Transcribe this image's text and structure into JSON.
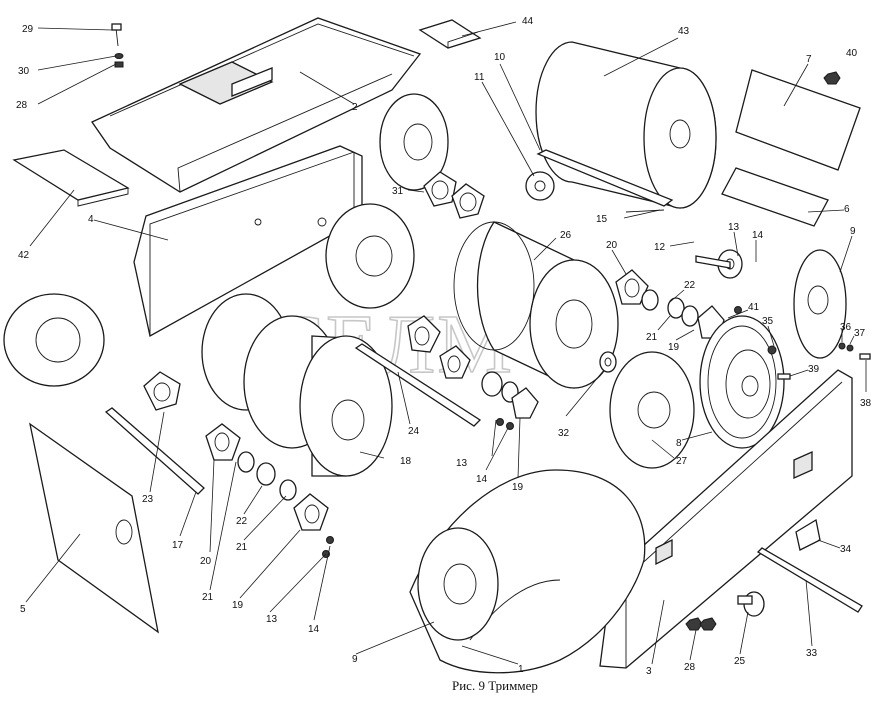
{
  "caption": "Рис. 9  Триммер",
  "watermark": "СЕЛМ",
  "labels": [
    {
      "id": "1",
      "text": "1"
    },
    {
      "id": "2",
      "text": "2"
    },
    {
      "id": "3",
      "text": "3"
    },
    {
      "id": "4",
      "text": "4"
    },
    {
      "id": "5",
      "text": "5"
    },
    {
      "id": "6",
      "text": "6"
    },
    {
      "id": "7",
      "text": "7"
    },
    {
      "id": "8",
      "text": "8"
    },
    {
      "id": "9a",
      "text": "9"
    },
    {
      "id": "9b",
      "text": "9"
    },
    {
      "id": "10",
      "text": "10"
    },
    {
      "id": "11",
      "text": "11"
    },
    {
      "id": "12",
      "text": "12"
    },
    {
      "id": "13a",
      "text": "13"
    },
    {
      "id": "13b",
      "text": "13"
    },
    {
      "id": "13c",
      "text": "13"
    },
    {
      "id": "14a",
      "text": "14"
    },
    {
      "id": "14b",
      "text": "14"
    },
    {
      "id": "14c",
      "text": "14"
    },
    {
      "id": "15",
      "text": "15"
    },
    {
      "id": "17",
      "text": "17"
    },
    {
      "id": "18",
      "text": "18"
    },
    {
      "id": "19a",
      "text": "19"
    },
    {
      "id": "19b",
      "text": "19"
    },
    {
      "id": "19c",
      "text": "19"
    },
    {
      "id": "20a",
      "text": "20"
    },
    {
      "id": "20b",
      "text": "20"
    },
    {
      "id": "21a",
      "text": "21"
    },
    {
      "id": "21b",
      "text": "21"
    },
    {
      "id": "21c",
      "text": "21"
    },
    {
      "id": "22a",
      "text": "22"
    },
    {
      "id": "22b",
      "text": "22"
    },
    {
      "id": "23",
      "text": "23"
    },
    {
      "id": "24",
      "text": "24"
    },
    {
      "id": "25",
      "text": "25"
    },
    {
      "id": "26",
      "text": "26"
    },
    {
      "id": "27",
      "text": "27"
    },
    {
      "id": "28a",
      "text": "28"
    },
    {
      "id": "28b",
      "text": "28"
    },
    {
      "id": "29",
      "text": "29"
    },
    {
      "id": "30",
      "text": "30"
    },
    {
      "id": "31",
      "text": "31"
    },
    {
      "id": "32",
      "text": "32"
    },
    {
      "id": "33",
      "text": "33"
    },
    {
      "id": "34",
      "text": "34"
    },
    {
      "id": "35",
      "text": "35"
    },
    {
      "id": "36",
      "text": "36"
    },
    {
      "id": "37",
      "text": "37"
    },
    {
      "id": "38",
      "text": "38"
    },
    {
      "id": "39",
      "text": "39"
    },
    {
      "id": "40",
      "text": "40"
    },
    {
      "id": "41",
      "text": "41"
    },
    {
      "id": "42",
      "text": "42"
    },
    {
      "id": "43",
      "text": "43"
    },
    {
      "id": "44",
      "text": "44"
    }
  ]
}
